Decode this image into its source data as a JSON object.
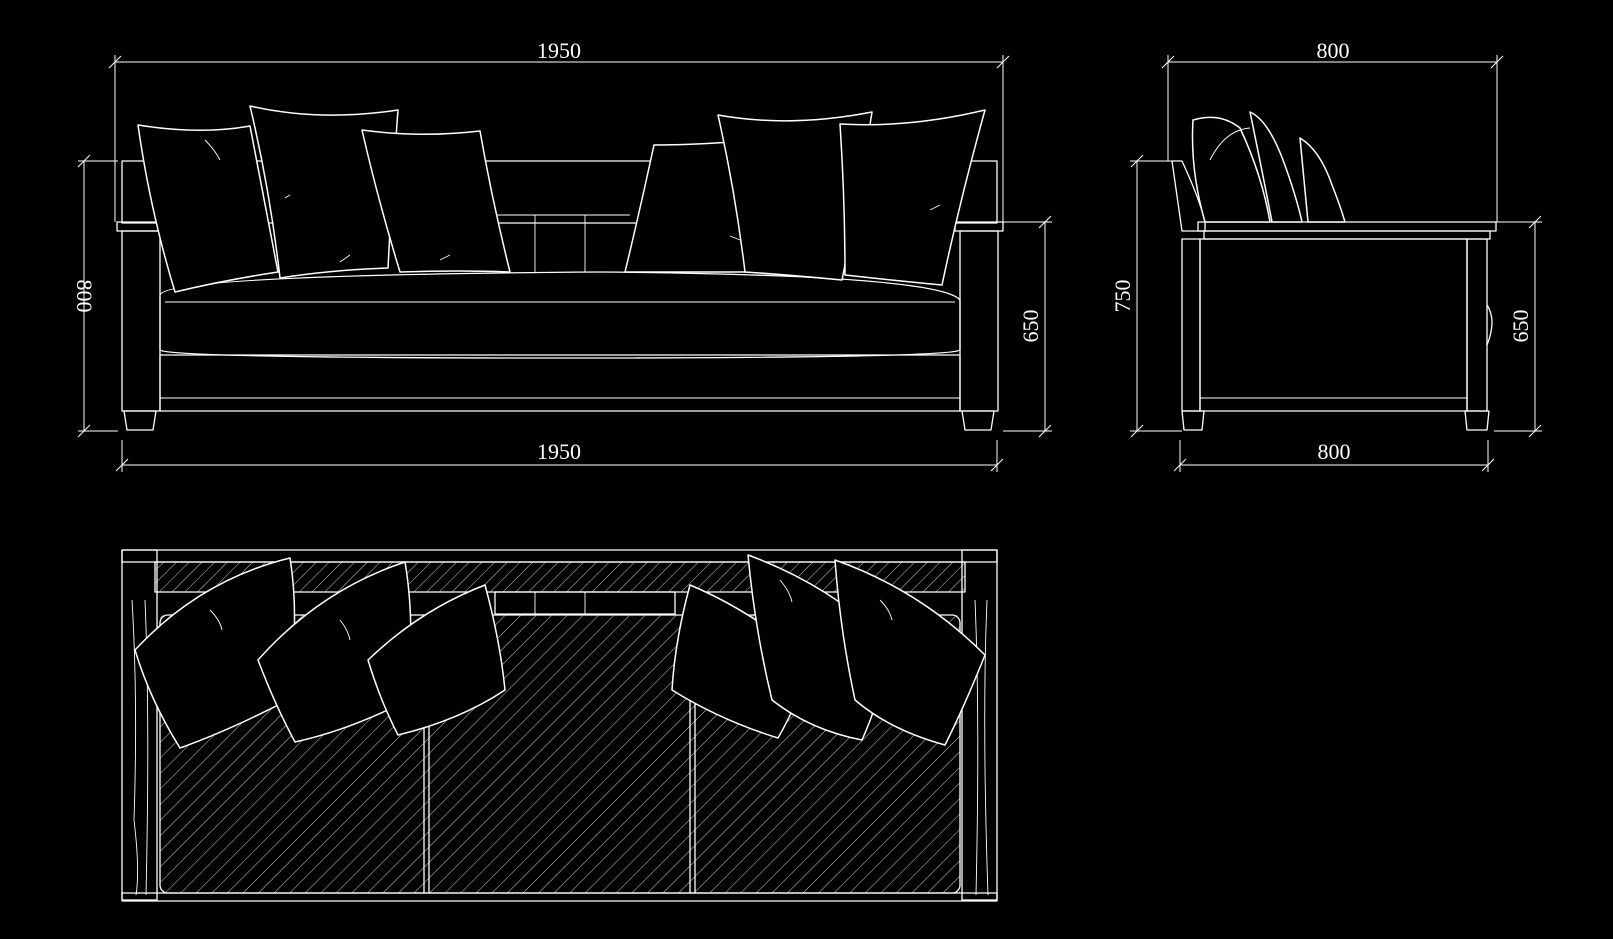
{
  "drawing": {
    "background": "#000000",
    "line_color": "#ffffff",
    "front_view": {
      "dim_top": "1950",
      "dim_bottom": "1950",
      "dim_left": "800",
      "dim_right": "650"
    },
    "side_view": {
      "dim_top": "800",
      "dim_bottom": "800",
      "dim_left": "750",
      "dim_right": "650"
    }
  }
}
